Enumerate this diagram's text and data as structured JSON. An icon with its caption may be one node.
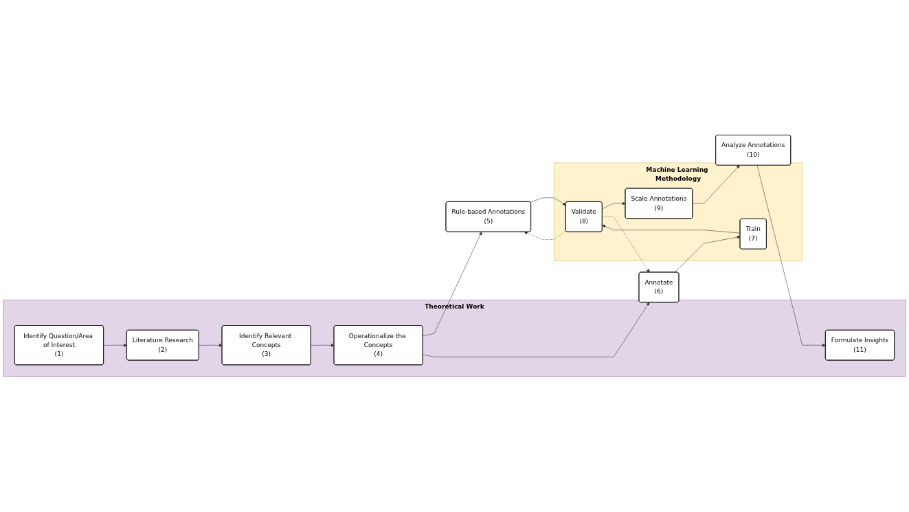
{
  "diagram": {
    "nodes": [
      {
        "text": [
          "Theoretical Work"
        ]
      },
      {
        "text": [
          "Machine Learning Methodology"
        ]
      },
      {
        "text": [
          "Identify Question/Area of Interest",
          "(1)"
        ],
        "in": 0
      },
      {
        "text": [
          "Literature Research",
          "(2)"
        ],
        "in": 0
      },
      {
        "text": [
          "Identify Relevant Concepts",
          "(3)"
        ],
        "in": 0
      },
      {
        "text": [
          "Operationalize the Concepts",
          "(4)"
        ],
        "in": 0
      },
      {
        "text": [
          "Formulate Insights",
          "(11)"
        ],
        "in": 0
      },
      {
        "text": [
          "Analyze Annotations",
          "(10)"
        ]
      },
      {
        "text": [
          "Scale Annotations",
          "(9)"
        ],
        "in": 1
      },
      {
        "text": [
          "Rule-based Annotations",
          "(5)"
        ]
      },
      {
        "text": [
          "Annotate",
          "(6)"
        ]
      },
      {
        "text": [
          "Validate",
          "(8)"
        ],
        "in": 1
      },
      {
        "text": [
          "Train",
          "(7)"
        ],
        "in": 1
      }
    ],
    "edges": [
      {
        "from": 2,
        "to": 3,
        "arrow": "to"
      },
      {
        "from": 3,
        "to": 4,
        "arrow": "to"
      },
      {
        "from": 4,
        "to": 5,
        "arrow": "to"
      },
      {
        "from": 5,
        "to": 9,
        "arrow": "to"
      },
      {
        "from": 5,
        "to": 10,
        "arrow": "to"
      },
      {
        "from": 9,
        "to": 11,
        "arrow": "to"
      },
      {
        "from": 10,
        "to": 12,
        "arrow": "to"
      },
      {
        "from": 12,
        "to": 11,
        "arrow": "to"
      },
      {
        "from": 11,
        "to": 8,
        "arrow": "to"
      },
      {
        "from": 8,
        "to": 7,
        "arrow": "to"
      },
      {
        "from": 7,
        "to": 6,
        "arrow": "to"
      },
      {
        "from": 11,
        "to": 9,
        "arrow": "to",
        "style": "dashed"
      },
      {
        "from": 11,
        "to": 10,
        "arrow": "to",
        "style": "dashed"
      }
    ]
  }
}
